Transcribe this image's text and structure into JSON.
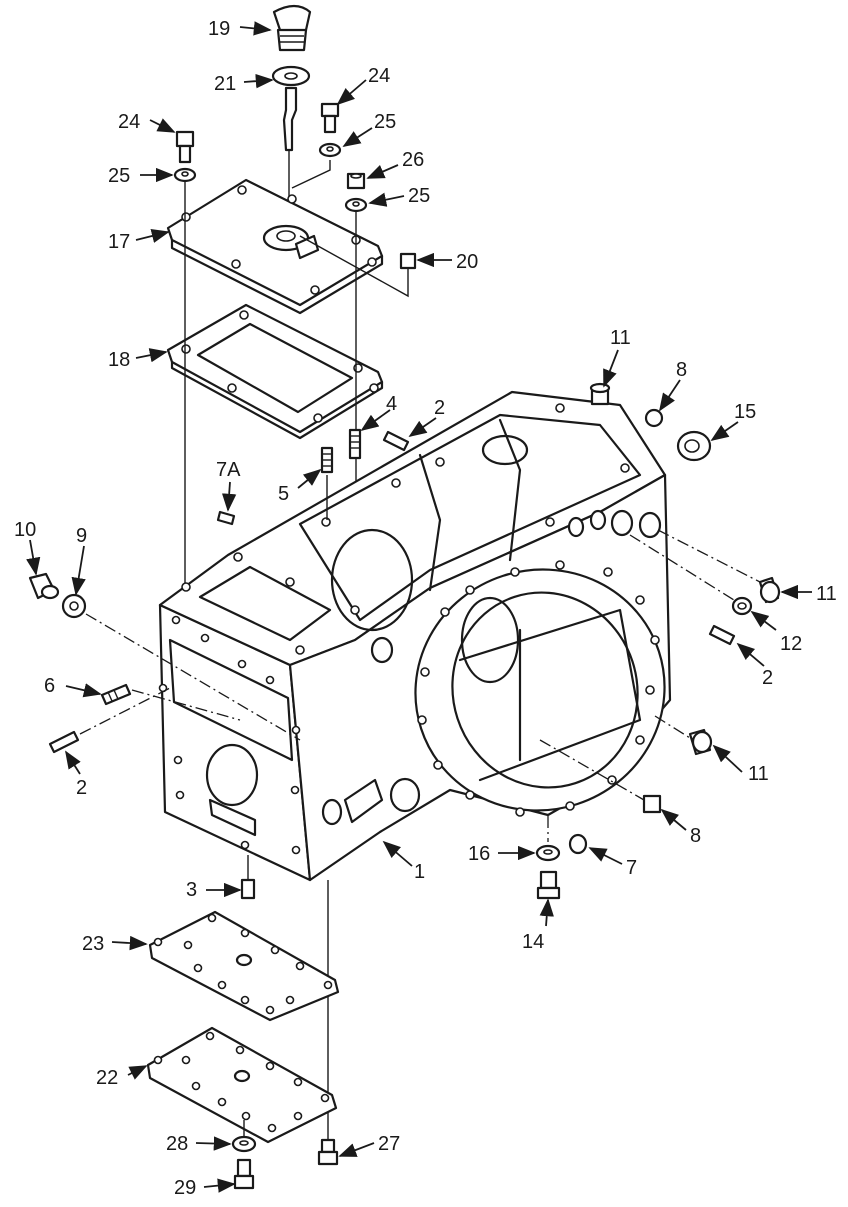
{
  "callouts": [
    {
      "id": "c19",
      "text": "19"
    },
    {
      "id": "c21",
      "text": "21"
    },
    {
      "id": "c24a",
      "text": "24"
    },
    {
      "id": "c24b",
      "text": "24"
    },
    {
      "id": "c25a",
      "text": "25"
    },
    {
      "id": "c25b",
      "text": "25"
    },
    {
      "id": "c25c",
      "text": "25"
    },
    {
      "id": "c26",
      "text": "26"
    },
    {
      "id": "c17",
      "text": "17"
    },
    {
      "id": "c20",
      "text": "20"
    },
    {
      "id": "c18",
      "text": "18"
    },
    {
      "id": "c11a",
      "text": "11"
    },
    {
      "id": "c8a",
      "text": "8"
    },
    {
      "id": "c15",
      "text": "15"
    },
    {
      "id": "c4",
      "text": "4"
    },
    {
      "id": "c2a",
      "text": "2"
    },
    {
      "id": "c7A",
      "text": "7A"
    },
    {
      "id": "c5",
      "text": "5"
    },
    {
      "id": "c10",
      "text": "10"
    },
    {
      "id": "c9",
      "text": "9"
    },
    {
      "id": "c11b",
      "text": "11"
    },
    {
      "id": "c12",
      "text": "12"
    },
    {
      "id": "c2b",
      "text": "2"
    },
    {
      "id": "c6",
      "text": "6"
    },
    {
      "id": "c2c",
      "text": "2"
    },
    {
      "id": "c11c",
      "text": "11"
    },
    {
      "id": "c8b",
      "text": "8"
    },
    {
      "id": "c1",
      "text": "1"
    },
    {
      "id": "c16",
      "text": "16"
    },
    {
      "id": "c7",
      "text": "7"
    },
    {
      "id": "c3",
      "text": "3"
    },
    {
      "id": "c14",
      "text": "14"
    },
    {
      "id": "c23",
      "text": "23"
    },
    {
      "id": "c22",
      "text": "22"
    },
    {
      "id": "c28",
      "text": "28"
    },
    {
      "id": "c27",
      "text": "27"
    },
    {
      "id": "c29",
      "text": "29"
    }
  ]
}
